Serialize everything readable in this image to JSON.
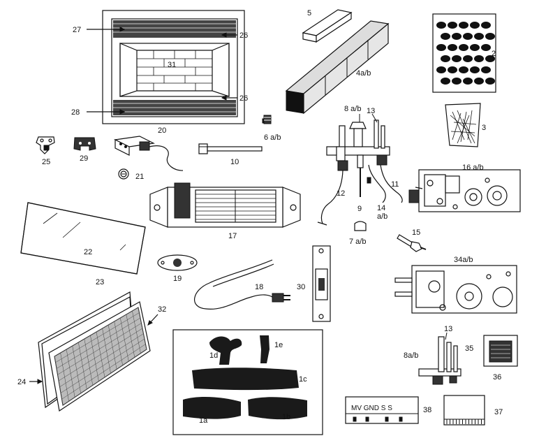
{
  "diagram": {
    "labels": {
      "p27": "27",
      "p26a": "26",
      "p31": "31",
      "p26b": "26",
      "p28": "28",
      "p5": "5",
      "p4": "4a/b",
      "p2": "2",
      "p3": "3",
      "p6": "6 a/b",
      "p20": "20",
      "p25": "25",
      "p29": "29",
      "p21": "21",
      "p10": "10",
      "p8": "8 a/b",
      "p13a": "13",
      "p11": "11",
      "p12": "12",
      "p9": "9",
      "p14": "14\na/b",
      "p7": "7 a/b",
      "p15": "15",
      "p16": "16 a/b",
      "p17": "17",
      "p22": "22",
      "p23": "23",
      "p19": "19",
      "p18": "18",
      "p30": "30",
      "p34": "34a/b",
      "p32": "32",
      "p24": "24",
      "p1d": "1d",
      "p1e": "1e",
      "p1c": "1c",
      "p1a": "1a",
      "p1b": "1b",
      "p13b": "13",
      "p8b": "8a/b",
      "p35": "35",
      "p36": "36",
      "p38": "38",
      "p37": "37"
    },
    "terminal_text": "MV GND S S"
  }
}
